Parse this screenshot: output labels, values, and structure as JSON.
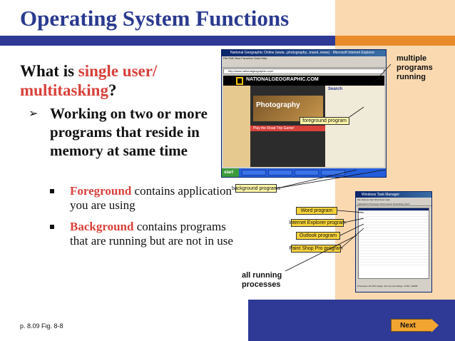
{
  "slide": {
    "title": "Operating System Functions",
    "heading_part1": "What is ",
    "heading_highlight1": "single user/ multitasking",
    "heading_part2": "?",
    "bullet": {
      "text": "Working on two or more programs that reside in memory at same time"
    },
    "sub_bullets": [
      {
        "highlight": "Foreground",
        "text": " contains application you are using"
      },
      {
        "highlight": "Background",
        "text": " contains programs that are running but are not in use"
      }
    ],
    "reference": "p. 8.09 Fig. 8-8",
    "next_label": "Next",
    "labels": {
      "multiple": "multiple programs running",
      "all_running": "all running processes"
    },
    "callouts": {
      "foreground": "foreground program",
      "background": "background programs",
      "word": "Word program",
      "ie": "Internet Explorer program",
      "outlook": "Outlook program",
      "paintshop": "Paint Shop Pro program"
    },
    "browser": {
      "window_title": "National Geographic Online (www...photography...travel..news) - Microsoft Internet Explorer",
      "menu": "File  Edit  View  Favorites  Tools  Help",
      "address": "http://www.nationalgeographic.com/",
      "site_name": "NATIONALGEOGRAPHIC.COM",
      "feature": "Photography",
      "strip": "Play the Road Trip Game!",
      "search": "Search",
      "start": "start"
    },
    "task_manager": {
      "title": "Windows Task Manager",
      "menu": "File  Options  View  Shut Down  Help",
      "tabs": "Applications  Processes  Performance  Networking  Users",
      "status": "Processes: 29    CPU Usage: 1%    Commit Charge: 171M / 1220M"
    },
    "colors": {
      "title": "#2a3a8f",
      "highlight": "#d9413b",
      "band": "#fad9b1",
      "bar": "#2e3a96",
      "accent": "#e88b2a"
    }
  }
}
